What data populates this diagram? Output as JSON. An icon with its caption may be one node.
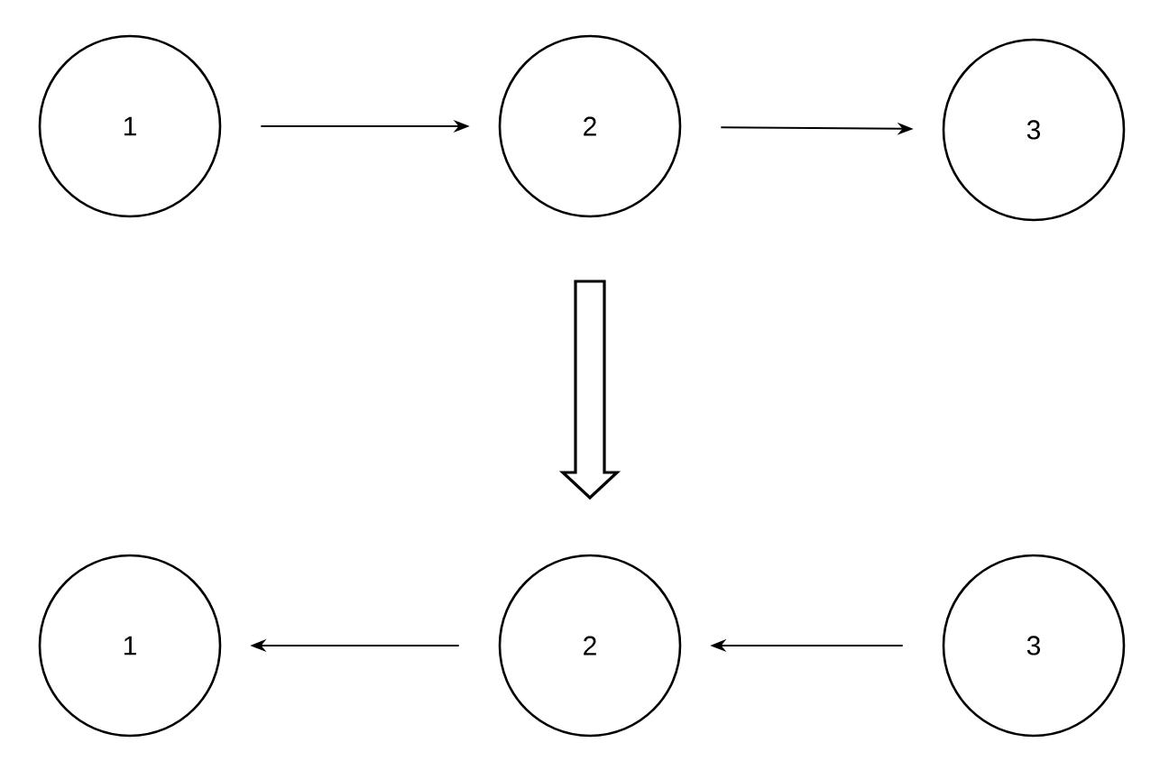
{
  "diagram": {
    "nodes": [
      {
        "text": [
          "1"
        ]
      },
      {
        "text": [
          "2"
        ]
      },
      {
        "text": [
          "3"
        ]
      },
      {
        "text": [
          "1"
        ]
      },
      {
        "text": [
          "2"
        ]
      },
      {
        "text": [
          "3"
        ]
      }
    ],
    "edges": [
      {
        "from": 0,
        "to": 1,
        "arrow": "to"
      },
      {
        "from": 1,
        "to": 2,
        "arrow": "to"
      },
      {
        "from": 4,
        "to": 3,
        "arrow": "to"
      },
      {
        "from": 5,
        "to": 4,
        "arrow": "to"
      }
    ]
  }
}
